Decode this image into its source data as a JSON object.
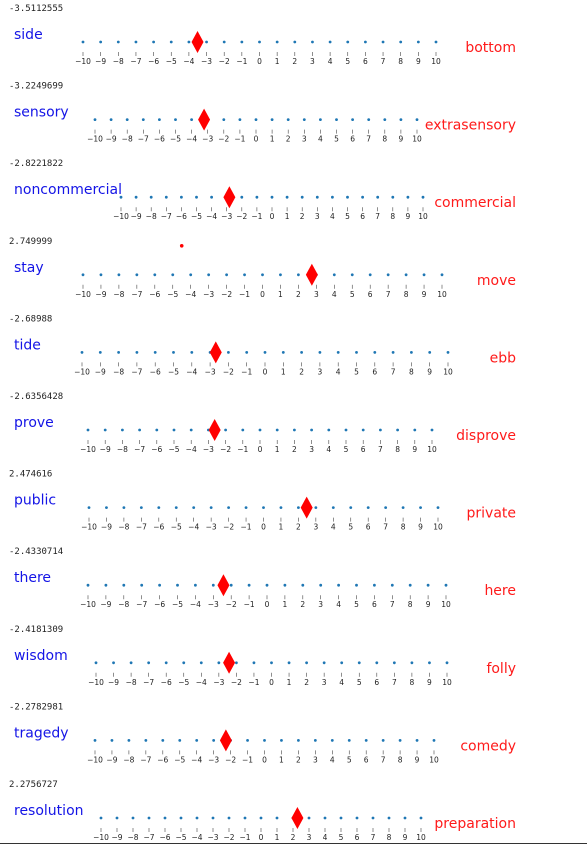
{
  "chart_data": {
    "type": "scatter",
    "xlim": [
      -10,
      10
    ],
    "ticks": [
      -10,
      -9,
      -8,
      -7,
      -6,
      -5,
      -4,
      -3,
      -2,
      -1,
      0,
      1,
      2,
      3,
      4,
      5,
      6,
      7,
      8,
      9,
      10
    ],
    "marker_color": "#ff0000",
    "axis_point_color": "#1f77b4",
    "left_word_color": "#1414e6",
    "right_word_color": "#ff1a1a",
    "rows": [
      {
        "value": -3.5112555,
        "value_label": "-3.5112555",
        "left": "side",
        "right": "bottom"
      },
      {
        "value": -3.2249699,
        "value_label": "-3.2249699",
        "left": "sensory",
        "right": "extrasensory"
      },
      {
        "value": -2.8221822,
        "value_label": "-2.8221822",
        "left": "noncommercial",
        "right": "commercial"
      },
      {
        "value": 2.749999,
        "value_label": "2.749999",
        "left": "stay",
        "right": "move",
        "extra_point": -4.5
      },
      {
        "value": -2.68988,
        "value_label": "-2.68988",
        "left": "tide",
        "right": "ebb"
      },
      {
        "value": -2.6356428,
        "value_label": "-2.6356428",
        "left": "prove",
        "right": "disprove"
      },
      {
        "value": 2.474616,
        "value_label": "2.474616",
        "left": "public",
        "right": "private"
      },
      {
        "value": -2.4330714,
        "value_label": "-2.4330714",
        "left": "there",
        "right": "here"
      },
      {
        "value": -2.4181309,
        "value_label": "-2.4181309",
        "left": "wisdom",
        "right": "folly"
      },
      {
        "value": -2.2782981,
        "value_label": "-2.2782981",
        "left": "tragedy",
        "right": "comedy"
      },
      {
        "value": 2.2756727,
        "value_label": "2.2756727",
        "left": "resolution",
        "right": "preparation"
      }
    ]
  }
}
